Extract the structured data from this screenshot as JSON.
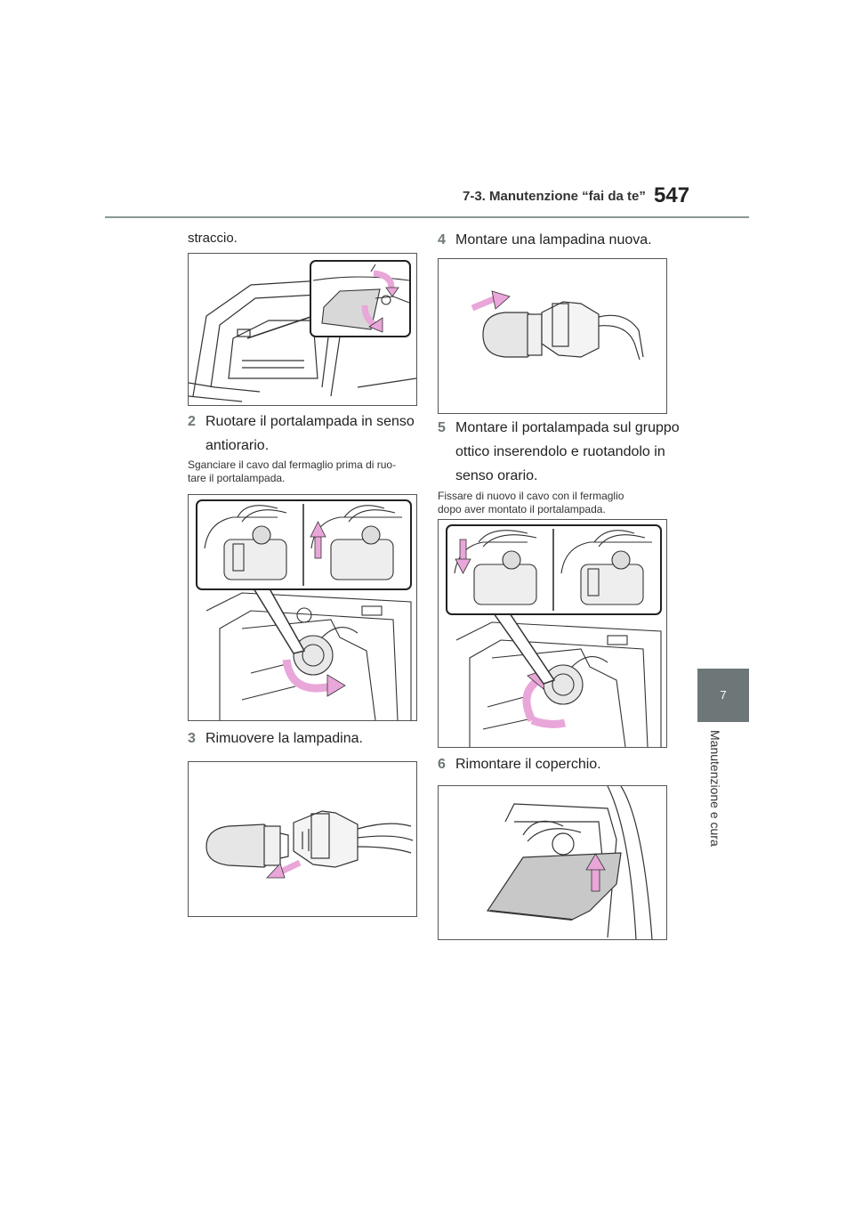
{
  "header": {
    "section_title": "7-3. Manutenzione “fai da te”",
    "page_number": "547"
  },
  "sidebar": {
    "chapter_number": "7",
    "chapter_title": "Manutenzione e cura"
  },
  "left_column": {
    "continued_text": "straccio.",
    "step2": {
      "number": "2",
      "line1": "Ruotare il portalampada in senso",
      "line2": "antiorario."
    },
    "note2": {
      "line1": "Sganciare il cavo dal fermaglio prima di ruo-",
      "line2": "tare il portalampada."
    },
    "step3": {
      "number": "3",
      "text": "Rimuovere la lampadina."
    }
  },
  "right_column": {
    "step4": {
      "number": "4",
      "text": "Montare una lampadina nuova."
    },
    "step5": {
      "number": "5",
      "line1": "Montare il portalampada sul gruppo",
      "line2": "ottico inserendolo e ruotandolo in",
      "line3": "senso orario."
    },
    "note5": {
      "line1": "Fissare di nuovo il cavo con il fermaglio",
      "line2": "dopo aver montato il portalampada."
    },
    "step6": {
      "number": "6",
      "text": "Rimontare il coperchio."
    }
  },
  "colors": {
    "arrow_pink": "#e9a6d9",
    "accent_grey": "#6d7777"
  }
}
